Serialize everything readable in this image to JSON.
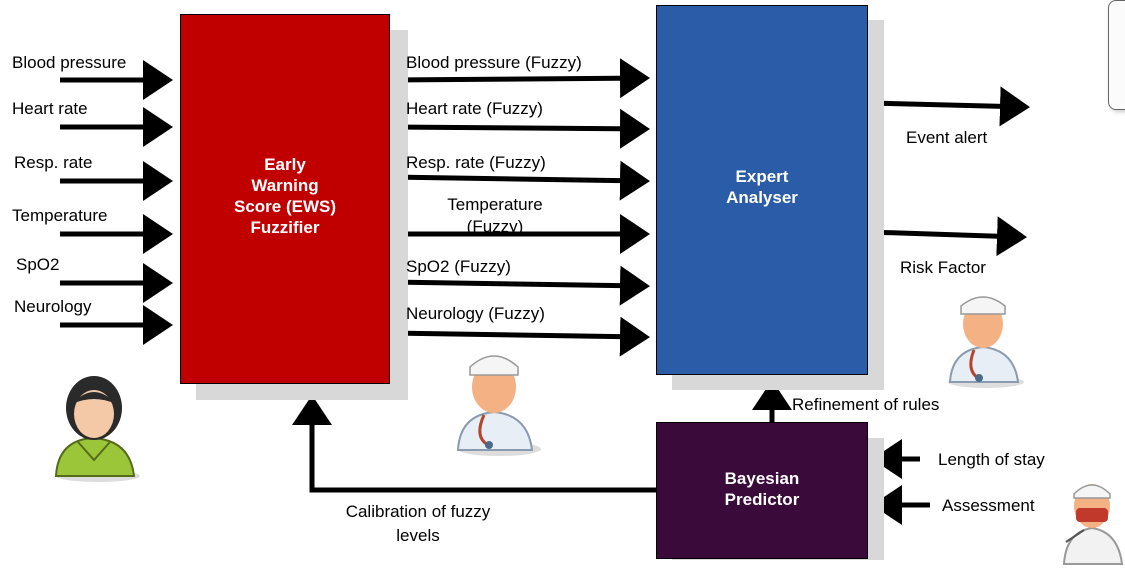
{
  "diagram": {
    "inputs": [
      "Blood pressure",
      "Heart rate",
      "Resp. rate",
      "Temperature",
      "SpO2",
      "Neurology"
    ],
    "fuzzy_outputs": [
      "Blood pressure (Fuzzy)",
      "Heart rate (Fuzzy)",
      "Resp. rate (Fuzzy)",
      "Temperature\n(Fuzzy)",
      "SpO2 (Fuzzy)",
      "Neurology (Fuzzy)"
    ],
    "ews_box": "Early\nWarning\nScore (EWS)\nFuzzifier",
    "expert_box": "Expert\nAnalyser",
    "bayes_box": "Bayesian\nPredictor",
    "outputs": [
      "Event alert",
      "Risk Factor"
    ],
    "refinement": "Refinement of rules",
    "calibration": "Calibration of fuzzy\nlevels",
    "bayes_inputs": [
      "Length of stay",
      "Assessment"
    ],
    "colors": {
      "ews": "#c00000",
      "expert": "#2a5ca8",
      "bayes": "#3a0a3a",
      "shadow": "#d8d8d8"
    }
  }
}
